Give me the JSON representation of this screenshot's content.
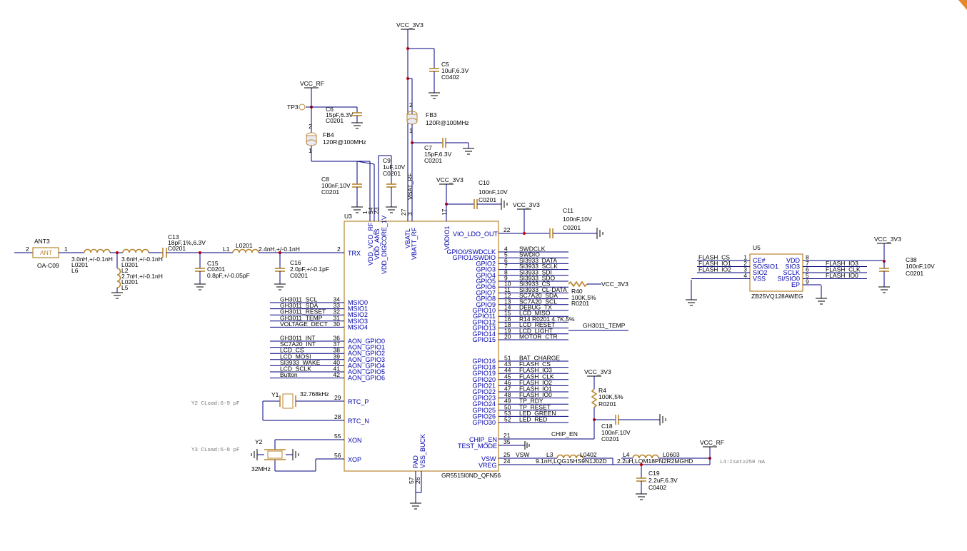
{
  "colors": {
    "wire": "#000080",
    "part": "#b8862e",
    "junction": "#cc0000",
    "pin_text": "#0000aa"
  },
  "ic": {
    "ref": "U3",
    "part": "GR5515I0ND_QFN56",
    "top_pins": {
      "p1": "1",
      "p54": "54",
      "p23": "23",
      "p27": "27",
      "p3": "3",
      "p17": "17",
      "vdd_vco_rf": "VDD_VCO_RF",
      "vdd_ams": "VDD_AMS",
      "vdd_digcore": "VDD_DIGCORE_1V",
      "vbatl": "VBATL",
      "vbatt_rf": "VBATT_RF",
      "vddio1": "VDDIO1"
    },
    "left_pins": {
      "trx_num": "2",
      "trx": "TRX",
      "msio": [
        {
          "num": "34",
          "name": "MSIO0",
          "net": "GH3011_SCL"
        },
        {
          "num": "33",
          "name": "MSIO1",
          "net": "GH3011_SDA"
        },
        {
          "num": "32",
          "name": "MSIO2",
          "net": "GH3011_RESET"
        },
        {
          "num": "31",
          "name": "MSIO3",
          "net": "GH3011_TEMP"
        },
        {
          "num": "30",
          "name": "MSIO4",
          "net": "VOLTAGE_DECT"
        }
      ],
      "aon": [
        {
          "num": "36",
          "name": "AON_GPIO0",
          "net": "GH3011_INT"
        },
        {
          "num": "37",
          "name": "AON_GPIO1",
          "net": "SC7A20_INT"
        },
        {
          "num": "38",
          "name": "AON_GPIO2",
          "net": "LCD_CS"
        },
        {
          "num": "39",
          "name": "AON_GPIO3",
          "net": "LCD_MOSI"
        },
        {
          "num": "40",
          "name": "AON_GPIO4",
          "net": "SI3933_WAKE"
        },
        {
          "num": "41",
          "name": "AON_GPIO5",
          "net": "LCD_SCLK"
        },
        {
          "num": "42",
          "name": "AON_GPIO6",
          "net": "Button"
        }
      ],
      "rtc_p_num": "29",
      "rtc_p": "RTC_P",
      "rtc_n_num": "28",
      "rtc_n": "RTC_N",
      "xon_num": "55",
      "xon": "XON",
      "xop_num": "56",
      "xop": "XOP"
    },
    "right_pins": {
      "vio_num": "22",
      "vio": "VIO_LDO_OUT",
      "gpio": [
        {
          "num": "4",
          "name": "GPIO0/SWDCLK",
          "net": "SWDCLK"
        },
        {
          "num": "5",
          "name": "GPIO1/SWDIO",
          "net": "SWDIO"
        },
        {
          "num": "6",
          "name": "GPIO2",
          "net": "SI3933_DATA"
        },
        {
          "num": "7",
          "name": "GPIO3",
          "net": "SI3933_SCLK"
        },
        {
          "num": "8",
          "name": "GPIO4",
          "net": "SI3933_SDI"
        },
        {
          "num": "9",
          "name": "GPIO5",
          "net": "SI3933_SDO"
        },
        {
          "num": "10",
          "name": "GPIO6",
          "net": "SI3933_CS"
        },
        {
          "num": "11",
          "name": "GPIO7",
          "net": "SI3933_CL-DATA"
        },
        {
          "num": "12",
          "name": "GPIO8",
          "net": "SC7A20_SDA"
        },
        {
          "num": "13",
          "name": "GPIO9",
          "net": "SC7A20_SCL"
        },
        {
          "num": "14",
          "name": "GPIO10",
          "net": "DEBUG_TX"
        },
        {
          "num": "15",
          "name": "GPIO11",
          "net": "LCD_MISO"
        },
        {
          "num": "16",
          "name": "GPIO12",
          "net": "R14 R0201 4.7K,5%"
        },
        {
          "num": "18",
          "name": "GPIO13",
          "net": "LCD_RESET"
        },
        {
          "num": "19",
          "name": "GPIO14",
          "net": "LCD_LIGHT"
        },
        {
          "num": "20",
          "name": "GPIO15",
          "net": "MOTOR_CTR"
        }
      ],
      "gpio2": [
        {
          "num": "51",
          "name": "GPIO16",
          "net": "BAT_CHARGE"
        },
        {
          "num": "43",
          "name": "GPIO18",
          "net": "FLASH_CS"
        },
        {
          "num": "44",
          "name": "GPIO19",
          "net": "FLASH_IO3"
        },
        {
          "num": "45",
          "name": "GPIO20",
          "net": "FLASH_CLK"
        },
        {
          "num": "46",
          "name": "GPIO21",
          "net": "FLASH_IO2"
        },
        {
          "num": "47",
          "name": "GPIO22",
          "net": "FLASH_IO1"
        },
        {
          "num": "48",
          "name": "GPIO23",
          "net": "FLASH_IO0"
        },
        {
          "num": "49",
          "name": "GPIO24",
          "net": "TP_RDY"
        },
        {
          "num": "50",
          "name": "GPIO25",
          "net": "TP_RESET"
        },
        {
          "num": "53",
          "name": "GPIO26",
          "net": "LED_GREEN"
        },
        {
          "num": "52",
          "name": "GPIO30",
          "net": "LED_RED"
        }
      ],
      "chip_en_num": "21",
      "chip_en": "CHIP_EN",
      "chip_en_net": "CHIP_EN",
      "test_num": "35",
      "test": "TEST_MODE",
      "vsw_num": "25",
      "vsw": "VSW",
      "vsw_net": "VSW",
      "vreg_num": "24",
      "vreg": "VREG"
    },
    "bottom_pins": {
      "p57": "57",
      "p26": "26",
      "pad": "PAD",
      "vss_buck": "VSS_BUCK"
    }
  },
  "power": {
    "vcc3v3": "VCC_3V3",
    "vccrf": "VCC_RF"
  },
  "antenna": {
    "ref": "ANT3",
    "body": "ANT",
    "part": "OA-C09",
    "pin2": "2",
    "pin1": "1"
  },
  "rf_parts": {
    "l6": {
      "ref": "L6",
      "v": "3.0nH,+/-0.1nH",
      "pkg": "L0201"
    },
    "l2": {
      "ref": "L2",
      "v": "3.6nH,+/-0.1nH",
      "pkg": "L0201"
    },
    "l5": {
      "ref": "L5",
      "v": "2.7nH,+/-0.1nH",
      "pkg": "L0201"
    },
    "c13": {
      "ref": "C13",
      "v": "18pF,1%,6.3V",
      "pkg": "C0201"
    },
    "l1": {
      "ref": "L1",
      "v": "2.4nH,+/-0.1nH",
      "pkg": "L0201"
    },
    "c15": {
      "ref": "C15",
      "v": "0.8pF,+/-0.05pF",
      "pkg": "C0201"
    },
    "c16": {
      "ref": "C16",
      "v": "2.0pF,+/-0.1pF",
      "pkg": "C0201"
    }
  },
  "top_parts": {
    "tp3": "TP3",
    "c6": {
      "ref": "C6",
      "v": "15pF,6.3V",
      "pkg": "C0201"
    },
    "fb4": {
      "ref": "FB4",
      "v": "120R@100MHz",
      "p2": "2",
      "p1": "1"
    },
    "c8": {
      "ref": "C8",
      "v": "100nF,10V",
      "pkg": "C0201"
    },
    "c9": {
      "ref": "C9",
      "v": "1uF,10V",
      "pkg": "C0201"
    },
    "c5": {
      "ref": "C5",
      "v": "10uF,6.3V",
      "pkg": "C0402"
    },
    "fb3": {
      "ref": "FB3",
      "v": "120R@100MHz",
      "p2": "2",
      "p1": "1"
    },
    "c7": {
      "ref": "C7",
      "v": "15pF,6.3V",
      "pkg": "C0201"
    },
    "vbat_rf": "VBAT_RF",
    "c10": {
      "ref": "C10",
      "v": "100nF,10V",
      "pkg": "C0201"
    },
    "c11": {
      "ref": "C11",
      "v": "100nF,10V",
      "pkg": "C0201"
    }
  },
  "crystals": {
    "y1": {
      "ref": "Y1",
      "v": "32.768kHz"
    },
    "y2": {
      "ref": "Y2",
      "v": "32MHz"
    },
    "note_y2": "Y2 CLoad:6-9 pF",
    "note_y3": "Y3 CLoad:6-8 pF"
  },
  "right_parts": {
    "r40": {
      "ref": "R40",
      "v": "100K,5%",
      "pkg": "R0201"
    },
    "gh_temp": "GH3011_TEMP",
    "r4": {
      "ref": "R4",
      "v": "100K,5%",
      "pkg": "R0201"
    },
    "c18": {
      "ref": "C18",
      "v": "100nF,10V",
      "pkg": "C0201"
    },
    "l3": {
      "ref": "L3",
      "pkg": "L0402",
      "v": "9.1nH,LQG15HS9N1J02D"
    },
    "l4": {
      "ref": "L4",
      "pkg": "L0603",
      "v": "2.2uH,LQM18PN2R2MGHD"
    },
    "c19": {
      "ref": "C19",
      "v": "2.2uF,6.3V",
      "pkg": "C0402"
    },
    "l4_note": "L4:Isat≥250 mA"
  },
  "flash": {
    "ref": "U5",
    "part": "ZB25VQ128AWEG",
    "left": [
      {
        "num": "1",
        "name": "CE#",
        "net": "FLASH_CS"
      },
      {
        "num": "2",
        "name": "SO/SIO1",
        "net": "FLASH_IO1"
      },
      {
        "num": "3",
        "name": "SIO2",
        "net": "FLASH_IO2"
      },
      {
        "num": "4",
        "name": "VSS",
        "net": ""
      }
    ],
    "right": [
      {
        "num": "8",
        "name": "VDD",
        "net": ""
      },
      {
        "num": "7",
        "name": "SIO3",
        "net": "FLASH_IO3"
      },
      {
        "num": "6",
        "name": "SCLK",
        "net": "FLASH_CLK"
      },
      {
        "num": "5",
        "name": "SI/SIO0",
        "net": "FLASH_IO0"
      },
      {
        "num": "9",
        "name": "EP",
        "net": ""
      }
    ],
    "c38": {
      "ref": "C38",
      "v": "100nF,10V",
      "pkg": "C0201"
    }
  }
}
